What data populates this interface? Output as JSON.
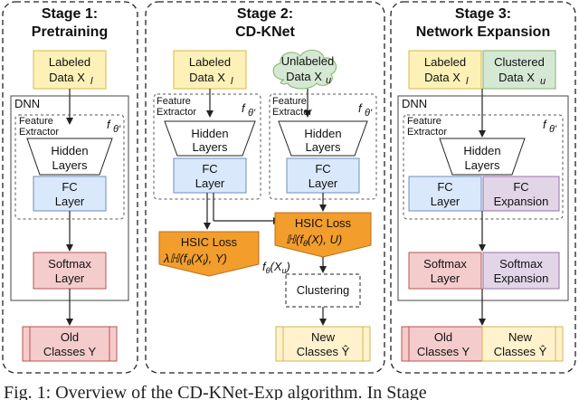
{
  "colors": {
    "yellow": "#fdf1b8",
    "yellow_border": "#d9b84a",
    "blue": "#dae8fc",
    "blue_border": "#6c8ebf",
    "red": "#f4cccc",
    "red_border": "#b85450",
    "orange": "#f29d2c",
    "orange_border": "#b9701a",
    "green": "#d5e8d4",
    "green_border": "#82b366",
    "light_yellow": "#fff2cc",
    "light_yellow_border": "#d6b656"
  },
  "stage1": {
    "title_line1": "Stage 1:",
    "title_line2": "Pretraining",
    "input_line1": "Labeled",
    "input_line2": "Data X",
    "input_sub": "l",
    "dnn_label": "DNN",
    "fe_line1": "Feature",
    "fe_line2": "Extractor",
    "f_label": "f",
    "f_sub": "θ'",
    "hidden_line1": "Hidden",
    "hidden_line2": "Layers",
    "fc_line1": "FC",
    "fc_line2": "Layer",
    "softmax_line1": "Softmax",
    "softmax_line2": "Layer",
    "output_line1": "Old",
    "output_line2": "Classes Y"
  },
  "stage2": {
    "title_line1": "Stage 2:",
    "title_line2": "CD-KNet",
    "labeled_line1": "Labeled",
    "labeled_line2": "Data X",
    "labeled_sub": "l",
    "unlabeled_line1": "Unlabeled",
    "unlabeled_line2": "Data X",
    "unlabeled_sub": "u",
    "fe_line1": "Feature",
    "fe_line2": "Extractor",
    "f_label": "f",
    "f_sub": "θ'",
    "hidden_line1": "Hidden",
    "hidden_line2": "Layers",
    "fc_line1": "FC",
    "fc_line2": "Layer",
    "hsic_left_line1": "HSIC Loss",
    "hsic_left_line2": "λℍ(f",
    "hsic_left_sub": "θ",
    "hsic_left_line2b": "(X",
    "hsic_left_sub2": "l",
    "hsic_left_line2c": "), Y)",
    "hsic_right_line1": "HSIC Loss",
    "hsic_right_line2": "ℍ(f",
    "hsic_right_sub": "θ",
    "hsic_right_line2b": "(X), U)",
    "fx_label": "f",
    "fx_sub": "θ",
    "fx_tail": "(X",
    "fx_sub2": "u",
    "fx_end": ")",
    "clustering_label": "Clustering",
    "output_line1": "New",
    "output_line2": "Classes Ŷ"
  },
  "stage3": {
    "title_line1": "Stage 3:",
    "title_line2": "Network Expansion",
    "labeled_line1": "Labeled",
    "labeled_line2": "Data X",
    "labeled_sub": "l",
    "clustered_line1": "Clustered",
    "clustered_line2": "Data X",
    "clustered_sub": "u",
    "dnn_label": "DNN",
    "fe_line1": "Feature",
    "fe_line2": "Extractor",
    "f_label": "f",
    "f_sub": "θ'",
    "hidden_line1": "Hidden",
    "hidden_line2": "Layers",
    "fc_line1": "FC",
    "fc_line2": "Layer",
    "fcexp_line1": "FC",
    "fcexp_line2": "Expansion",
    "softmax_line1": "Softmax",
    "softmax_line2": "Layer",
    "smexp_line1": "Softmax",
    "smexp_line2": "Expansion",
    "old_line1": "Old",
    "old_line2": "Classes Y",
    "new_line1": "New",
    "new_line2": "Classes Ŷ"
  },
  "caption": "Fig. 1: Overview of the CD-KNet-Exp algorithm. In Stage"
}
